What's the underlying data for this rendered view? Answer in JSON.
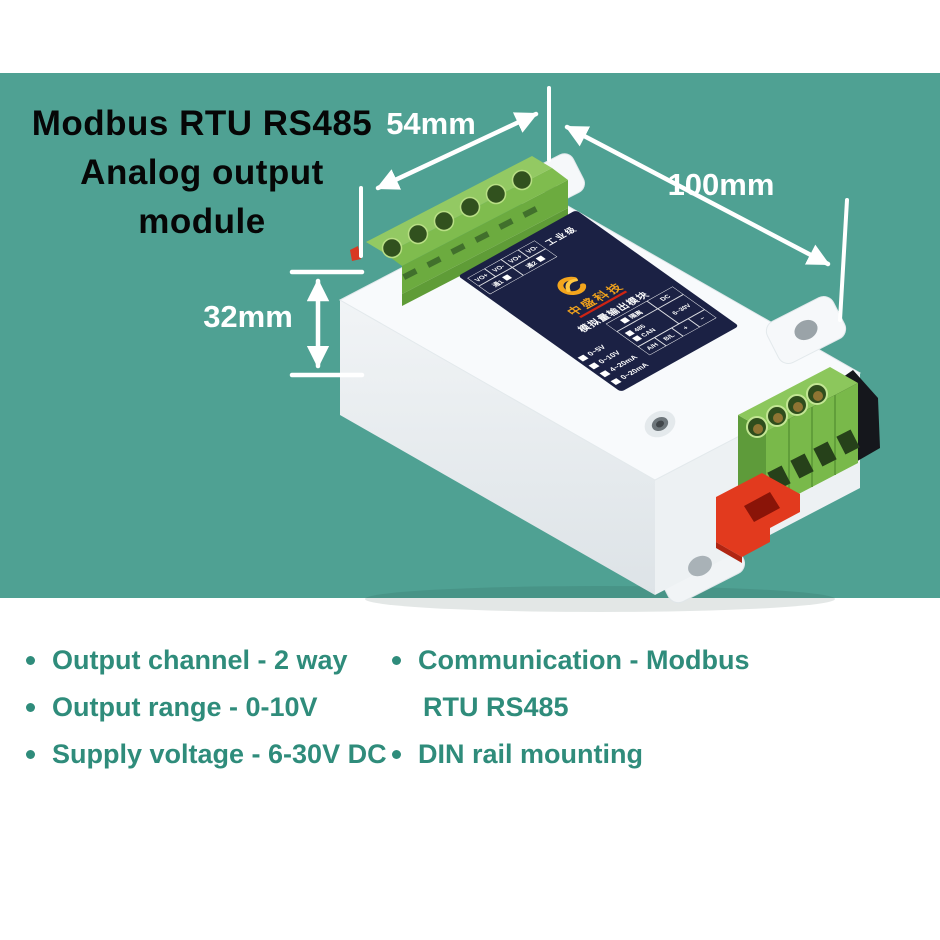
{
  "title": {
    "line1": "Modbus RTU RS485",
    "line2": "Analog output module"
  },
  "dimensions": {
    "width_label": "54mm",
    "length_label": "100mm",
    "height_label": "32mm"
  },
  "device_label": {
    "grade": "工业级",
    "terminal_cells": [
      "VO+",
      "VO-",
      "VO+",
      "VO-"
    ],
    "channel_cells": [
      "通1",
      "通2"
    ],
    "brand": "中盛科技",
    "product_name": "模拟量输出模块",
    "options": {
      "isolation": "隔离",
      "power_type": "DC",
      "bus_485": "485",
      "bus_can": "CAN",
      "voltage_range": "6~30V",
      "terminal_names": [
        "A/H",
        "B/L",
        "+",
        "−"
      ]
    },
    "output_ranges": [
      "0~5V",
      "0~10V",
      "4~20mA",
      "0~20mA"
    ]
  },
  "features": {
    "left": [
      "Output channel - 2 way",
      "Output range - 0-10V",
      "Supply voltage - 6-30V DC"
    ],
    "right_item1_line1": "Communication - Modbus",
    "right_item1_line2": "RTU RS485",
    "right_item2": "DIN rail mounting"
  },
  "colors": {
    "banner_teal": "#4FA193",
    "feature_text": "#2F8C7B",
    "label_navy": "#1B2144",
    "logo_orange": "#F2A31C",
    "terminal_green": "#7FBC4E",
    "clip_red": "#E23A1E",
    "annotation_white": "#FFFFFF"
  }
}
